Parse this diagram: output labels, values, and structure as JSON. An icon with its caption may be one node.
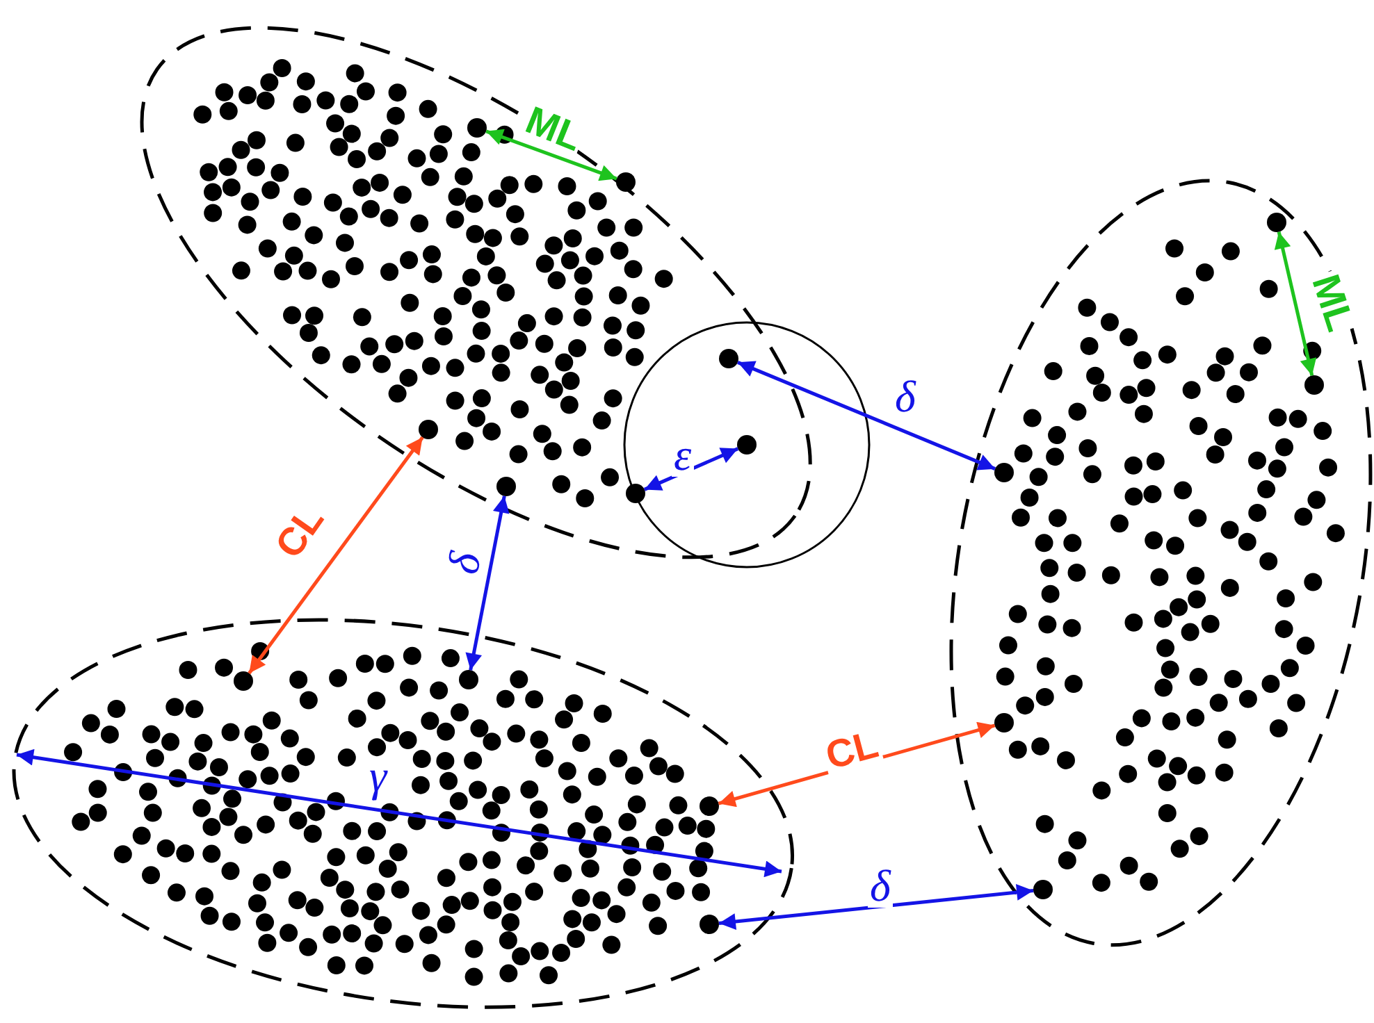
{
  "diagram": {
    "nodes": [
      {
        "text": [],
        "shape": "ellipse"
      },
      {
        "text": [],
        "shape": "circle",
        "in": 0
      },
      {
        "text": [],
        "shape": "circle",
        "in": 0
      },
      {
        "text": [],
        "shape": "circle",
        "in": 0
      },
      {
        "text": [],
        "shape": "circle",
        "in": 0
      },
      {
        "text": [],
        "shape": "ellipse"
      },
      {
        "text": [],
        "shape": "circle",
        "in": 5
      },
      {
        "text": [],
        "shape": "circle",
        "in": 5
      },
      {
        "text": [],
        "shape": "circle",
        "in": 5
      },
      {
        "text": [],
        "shape": "circle",
        "in": 5
      },
      {
        "text": [],
        "shape": "circle",
        "in": 5
      },
      {
        "text": [],
        "shape": "circle",
        "in": 0
      },
      {
        "text": [],
        "shape": "circle",
        "in": 0
      },
      {
        "text": [],
        "shape": "circle",
        "in": 0
      },
      {
        "text": [],
        "shape": "ellipse"
      },
      {
        "text": [],
        "shape": "circle",
        "in": 14
      },
      {
        "text": [],
        "shape": "circle",
        "in": 14
      },
      {
        "text": [],
        "shape": "circle",
        "in": 14
      },
      {
        "text": [],
        "shape": "circle",
        "in": 14
      }
    ],
    "edges": [
      {
        "from": 1,
        "to": 2,
        "arrow": "both",
        "label": "ML",
        "color": "#1ec31e"
      },
      {
        "from": 6,
        "to": 7,
        "arrow": "both",
        "label": "ML",
        "color": "#1ec31e"
      },
      {
        "from": 3,
        "to": 15,
        "arrow": "both",
        "label": "CL",
        "color": "#ff4a1c"
      },
      {
        "from": 4,
        "to": 16,
        "arrow": "both",
        "label": "δ"
      },
      {
        "from": 11,
        "to": 8,
        "arrow": "both",
        "label": "δ"
      },
      {
        "from": 12,
        "to": 13,
        "arrow": "both",
        "label": "ε"
      },
      {
        "from": 17,
        "to": 9,
        "arrow": "both",
        "label": "CL",
        "color": "#ff4a1c"
      },
      {
        "from": 18,
        "to": 10,
        "arrow": "both",
        "label": "δ"
      }
    ],
    "labels": [
      "γ"
    ]
  }
}
